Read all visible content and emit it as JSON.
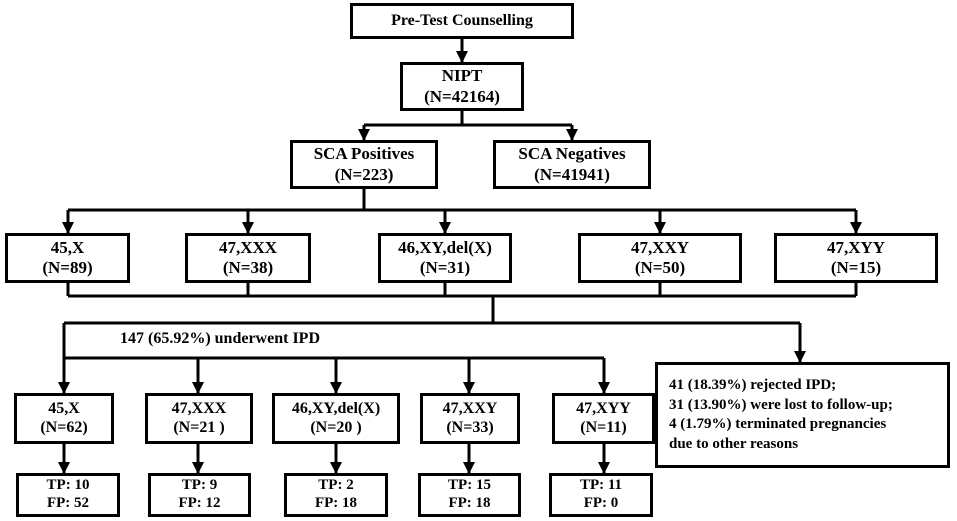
{
  "counselling": {
    "label": "Pre-Test Counselling"
  },
  "nipt": {
    "title": "NIPT",
    "count": "(N=42164)"
  },
  "sca_positive": {
    "title": "SCA Positives",
    "count": "(N=223)"
  },
  "sca_negative": {
    "title": "SCA Negatives",
    "count": "(N=41941)"
  },
  "karyotypes": [
    {
      "title": "45,X",
      "count": "(N=89)"
    },
    {
      "title": "47,XXX",
      "count": "(N=38)"
    },
    {
      "title": "46,XY,del(X)",
      "count": "(N=31)"
    },
    {
      "title": "47,XXY",
      "count": "(N=50)"
    },
    {
      "title": "47,XYY",
      "count": "(N=15)"
    }
  ],
  "ipd_label": "147 (65.92%) underwent IPD",
  "ipd_groups": [
    {
      "title": "45,X",
      "count": "(N=62)"
    },
    {
      "title": "47,XXX",
      "count": "(N=21 )"
    },
    {
      "title": "46,XY,del(X)",
      "count": "(N=20 )"
    },
    {
      "title": "47,XXY",
      "count": "(N=33)"
    },
    {
      "title": "47,XYY",
      "count": "(N=11)"
    }
  ],
  "outcomes": [
    {
      "tp": "TP: 10",
      "fp": "FP: 52"
    },
    {
      "tp": "TP: 9",
      "fp": "FP: 12"
    },
    {
      "tp": "TP: 2",
      "fp": "FP: 18"
    },
    {
      "tp": "TP: 15",
      "fp": "FP: 18"
    },
    {
      "tp": "TP: 11",
      "fp": "FP: 0"
    }
  ],
  "no_ipd_note": [
    "41 (18.39%) rejected IPD;",
    "31 (13.90%) were lost to follow-up;",
    "4 (1.79%) terminated pregnancies",
    "due to other reasons"
  ]
}
